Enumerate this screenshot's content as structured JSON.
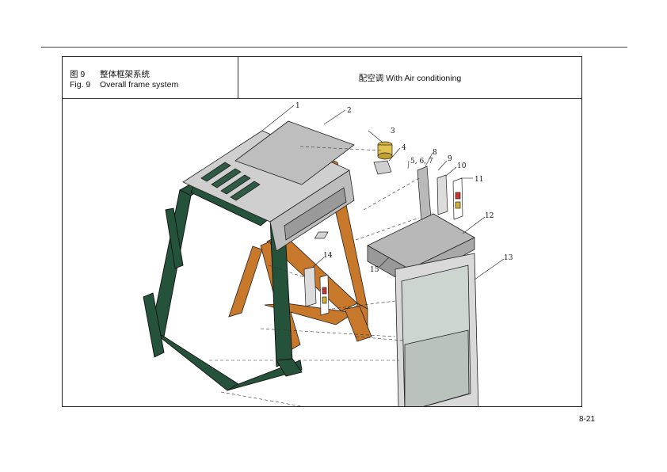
{
  "header": {
    "figure_cn_num": "图 9",
    "figure_cn_title": "整体框架系统",
    "figure_en_num": "Fig. 9",
    "figure_en_title": "Overall frame system",
    "caption": "配空调 With Air conditioning"
  },
  "callouts": [
    "1",
    "2",
    "3",
    "4",
    "5, 6, 7",
    "8",
    "9",
    "10",
    "11",
    "12",
    "13",
    "14",
    "15"
  ],
  "colors": {
    "frame_green": "#24523a",
    "frame_orange": "#c8782a",
    "panel_gray": "#c9c9c9",
    "line": "#222222"
  },
  "page_number": "8-21"
}
